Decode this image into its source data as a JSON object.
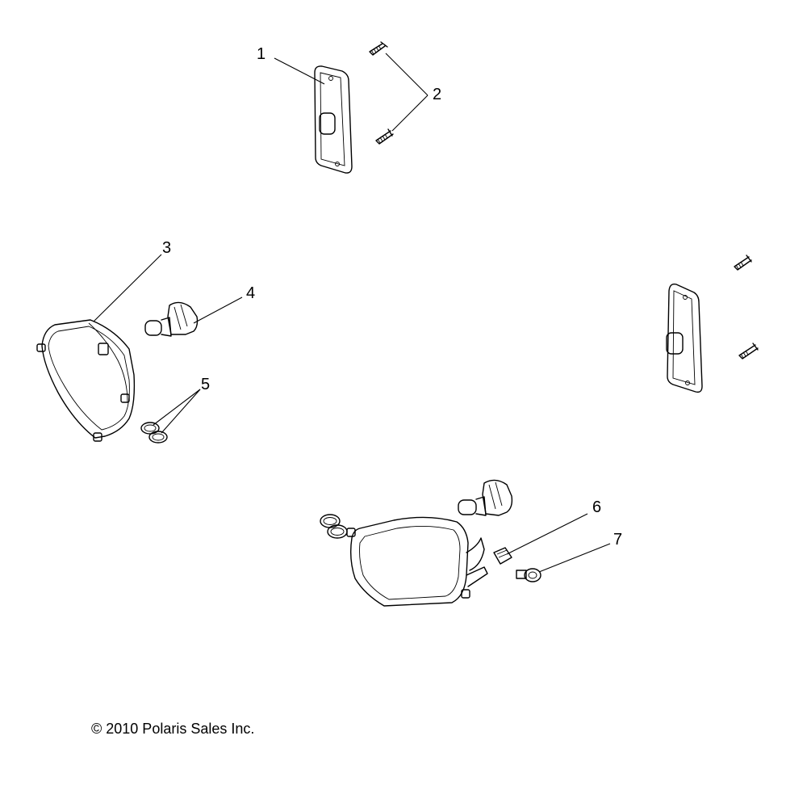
{
  "callouts": [
    {
      "id": "1",
      "label": "1"
    },
    {
      "id": "2",
      "label": "2"
    },
    {
      "id": "3",
      "label": "3"
    },
    {
      "id": "4",
      "label": "4"
    },
    {
      "id": "5",
      "label": "5"
    },
    {
      "id": "6",
      "label": "6"
    },
    {
      "id": "7",
      "label": "7"
    }
  ],
  "copyright": "© 2010 Polaris Sales Inc."
}
